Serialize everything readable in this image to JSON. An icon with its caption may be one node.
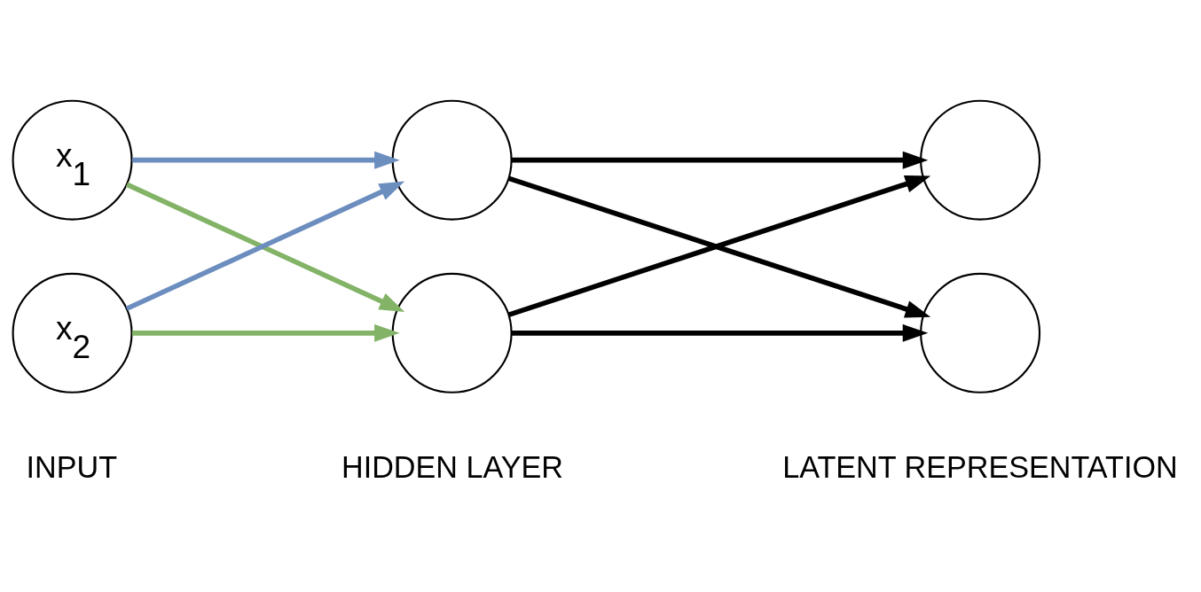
{
  "diagram": {
    "nodes": [
      {
        "text": [
          "x$_{1}$"
        ]
      },
      {
        "text": [
          "x$_{2}$"
        ]
      },
      {
        "text": [],
        "shape": "circle"
      },
      {
        "text": [],
        "shape": "circle"
      },
      {
        "text": [],
        "shape": "circle"
      },
      {
        "text": [],
        "shape": "circle"
      }
    ],
    "edges": [
      {
        "from": 0,
        "to": 2,
        "arrow": "to",
        "color": "#6c8ebf"
      },
      {
        "from": 0,
        "to": 3,
        "arrow": "to",
        "color": "#82b366"
      },
      {
        "from": 1,
        "to": 2,
        "arrow": "to",
        "color": "#6c8ebf"
      },
      {
        "from": 1,
        "to": 3,
        "arrow": "to",
        "color": "#82b366"
      },
      {
        "from": 2,
        "to": 4,
        "arrow": "to"
      },
      {
        "from": 2,
        "to": 5,
        "arrow": "to"
      },
      {
        "from": 3,
        "to": 4,
        "arrow": "to"
      },
      {
        "from": 3,
        "to": 5,
        "arrow": "to"
      }
    ],
    "labels": [
      "INPUT",
      "HIDDEN LAYER",
      "LATENT REPRESENTATION"
    ]
  }
}
